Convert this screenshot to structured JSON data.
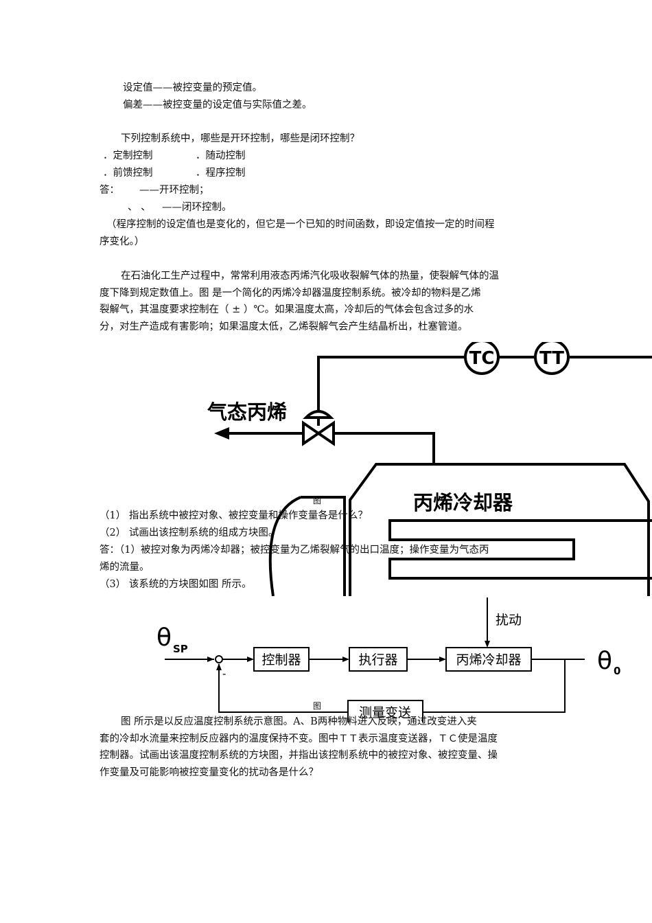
{
  "paragraphs": {
    "l1": "设定值——被控变量的预定值。",
    "l2": "偏差——被控变量的设定值与实际值之差。",
    "q_title": "下列控制系统中，哪些是开环控制，哪些是闭环控制？",
    "opt_a": "．定制控制",
    "opt_b": "．随动控制",
    "opt_c": "．前馈控制",
    "opt_d": "．程序控制",
    "ans_prefix": "答：",
    "ans_open": "——开环控制；",
    "ans_sep": "、  、",
    "ans_closed": "——闭环控制。",
    "note_1": "（程序控制的设定值也是变化的，但它是一个已知的时间函数，即设定值按一定的时间程",
    "note_2": "序变化。）",
    "p3_1": "在石油化工生产过程中，常常利用液态丙烯汽化吸收裂解气体的热量，使裂解气体的温",
    "p3_2": "度下降到规定数值上。图      是一个简化的丙烯冷却器温度控制系统。被冷却的物料是乙烯",
    "p3_3": "裂解气，其温度要求控制在（    ±      ）℃。如果温度太高，冷却后的气体会包含过多的水",
    "p3_4": "分，对生产造成有害影响；如果温度太低，乙烯裂解气会产生结晶析出，杜塞管道。",
    "q1": "（1）   指出系统中被控对象、被控变量和操作变量各是什么？",
    "q2": "（2）   试画出该控制系统的组成方块图。",
    "a1_1": "答：（1）被控对象为丙烯冷却器；被控变量为乙烯裂解气的出口温度；操作变量为气态丙",
    "a1_2": "烯的流量。",
    "a3": "（3）   该系统的方块图如图       所示。",
    "p4_1": "图      所示是以反应温度控制系统示意图。A、B两种物料进入反映，通过改变进入夹",
    "p4_2": "套的冷却水流量来控制反应器内的温度保持不变。图中ＴＴ表示温度变送器，ＴＣ使是温度",
    "p4_3": "控制器。试画出该温度控制系统的方块图，并指出该控制系统中的被控对象、被控变量、操",
    "p4_4": "作变量及可能影响被控变量变化的扰动各是什么？"
  },
  "figure1": {
    "tc": "TC",
    "tt": "TT",
    "gas_label": "气态丙烯",
    "cooler_label": "丙烯冷却器",
    "caption": "图"
  },
  "figure2": {
    "theta_sp": "θ",
    "sp_sub": "SP",
    "theta_o": "θ",
    "o_sub": "0",
    "minus": "-",
    "controller": "控制器",
    "actuator": "执行器",
    "process": "丙烯冷却器",
    "transmitter": "测量变送",
    "disturbance": "扰动",
    "caption": "图"
  }
}
